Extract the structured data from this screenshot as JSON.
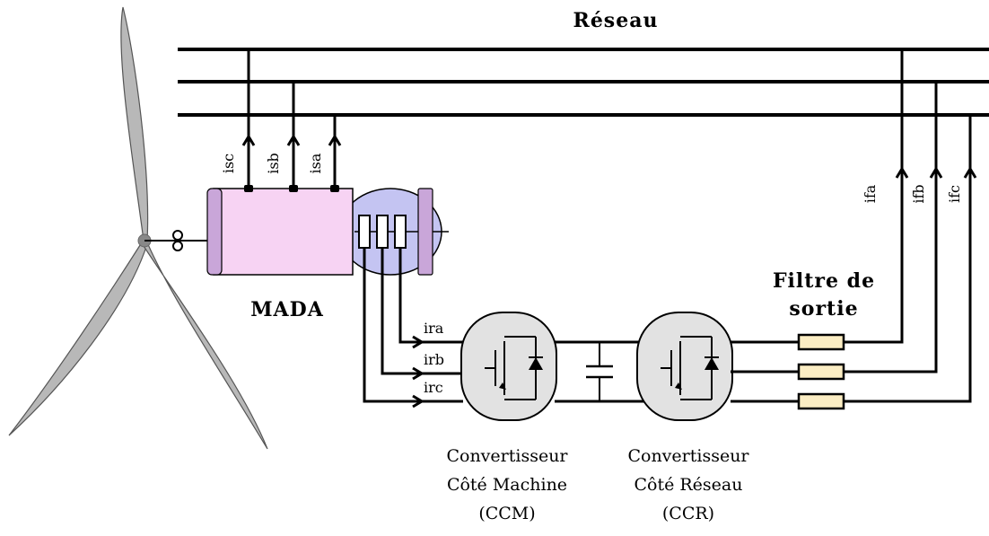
{
  "grid_label": "Réseau",
  "machine_label": "MADA",
  "filter_label_line1": "Filtre de",
  "filter_label_line2": "sortie",
  "stator_currents": [
    "isc",
    "isb",
    "isa"
  ],
  "rotor_currents": [
    "ira",
    "irb",
    "irc"
  ],
  "filter_currents": [
    "ifa",
    "ifb",
    "ifc"
  ],
  "ccm": {
    "line1": "Convertisseur",
    "line2": "Côté Machine",
    "line3": "(CCM)"
  },
  "ccr": {
    "line1": "Convertisseur",
    "line2": "Côté Réseau",
    "line3": "(CCR)"
  },
  "colors": {
    "stator_fill": "#f7d3f3",
    "end_cap": "#c9a6d9",
    "rotor_fill": "#c4c4f2",
    "converter_fill": "#e2e2e2",
    "filter_fill": "#fbedc3",
    "blade_fill": "#b8b8b8"
  }
}
